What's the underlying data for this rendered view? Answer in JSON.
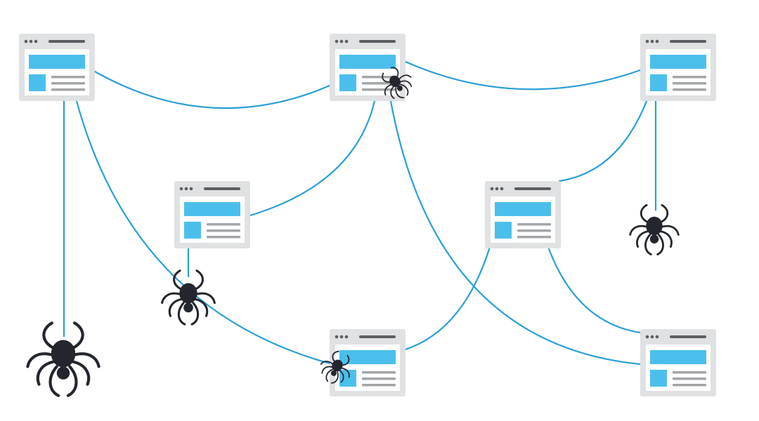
{
  "diagram": {
    "background": "#ffffff",
    "line_color": "#2a9fd8",
    "page_frame_color": "#dfe1e2",
    "page_inner_color": "#ffffff",
    "accent_color": "#4bbfec",
    "text_line_color": "#a3a6a9",
    "toolbar_color": "#5b5f63",
    "spider_color": "#24262e",
    "pages": [
      {
        "id": "page-top-left"
      },
      {
        "id": "page-top-center"
      },
      {
        "id": "page-top-right"
      },
      {
        "id": "page-middle-left"
      },
      {
        "id": "page-middle-right"
      },
      {
        "id": "page-bottom-center"
      },
      {
        "id": "page-bottom-right"
      }
    ],
    "links": [
      {
        "from": "page-top-left",
        "to": "page-top-center"
      },
      {
        "from": "page-top-center",
        "to": "page-top-right"
      },
      {
        "from": "page-top-left",
        "to": "page-bottom-center"
      },
      {
        "from": "page-top-center",
        "to": "page-middle-left"
      },
      {
        "from": "page-top-center",
        "to": "page-bottom-right"
      },
      {
        "from": "page-top-right",
        "to": "page-middle-right"
      },
      {
        "from": "page-middle-right",
        "to": "page-bottom-center"
      },
      {
        "from": "page-middle-right",
        "to": "page-bottom-right"
      }
    ],
    "spiders": [
      {
        "id": "spider-large"
      },
      {
        "id": "spider-medium-left"
      },
      {
        "id": "spider-medium-right"
      },
      {
        "id": "spider-small-top"
      },
      {
        "id": "spider-small-bottom"
      }
    ]
  }
}
